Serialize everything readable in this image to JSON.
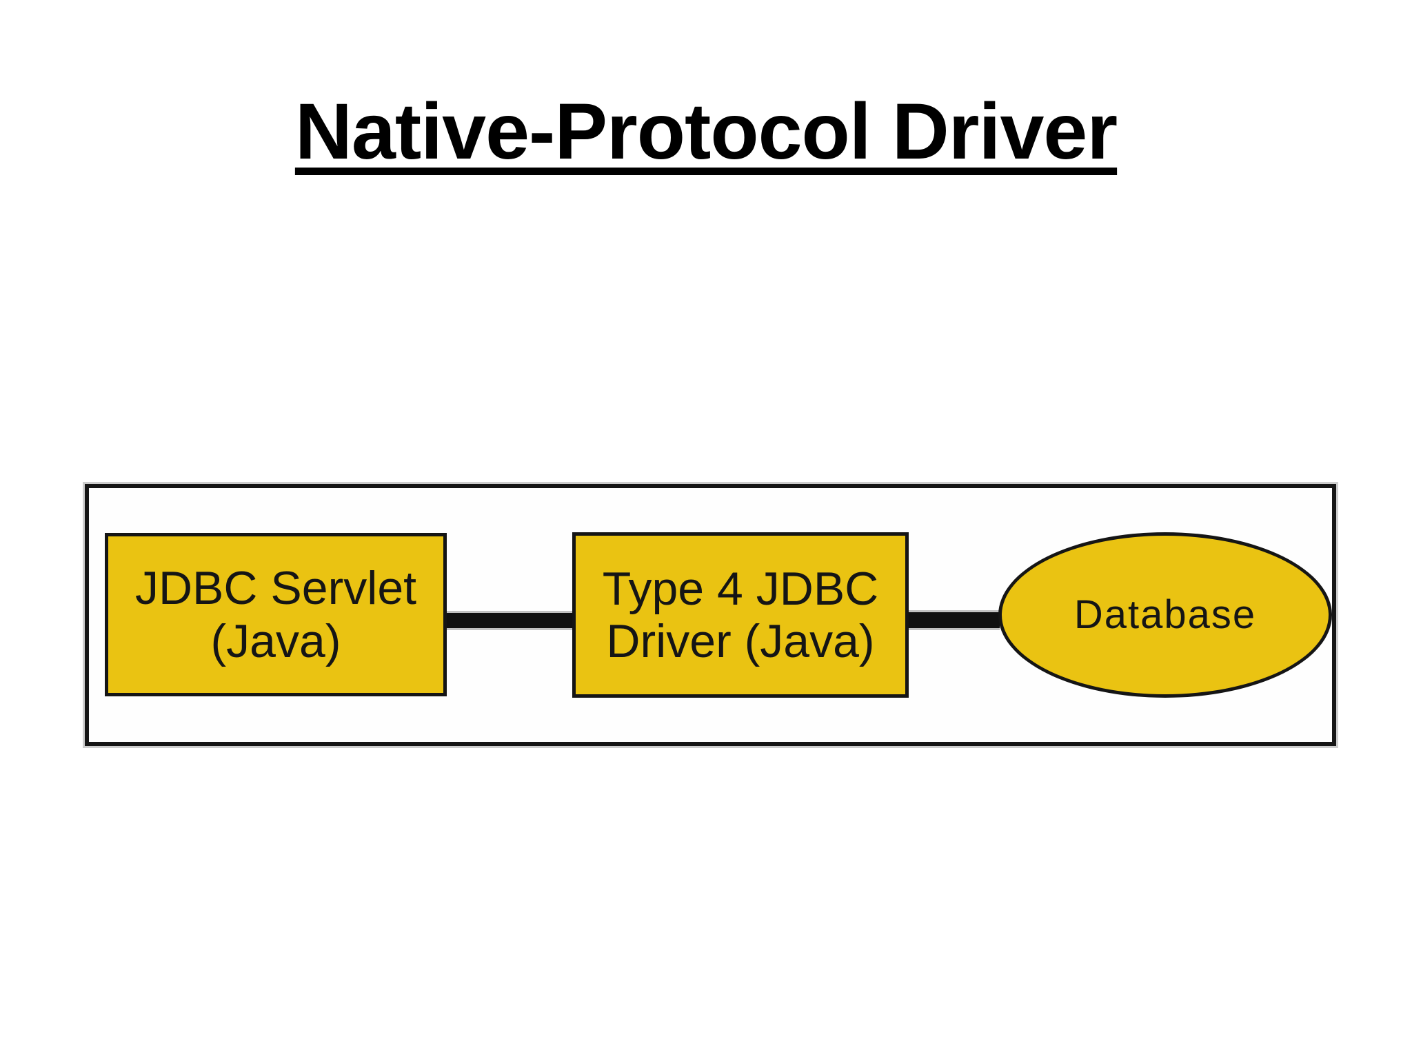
{
  "title": {
    "text": "Native-Protocol Driver"
  },
  "colors": {
    "background": "#ffffff",
    "title_text": "#000000",
    "shape_fill": "#eac312",
    "shape_border": "#151515",
    "frame_border": "#151515",
    "frame_halo": "#cdcdcd",
    "connector": "#111111",
    "label_text": "#151515"
  },
  "diagram": {
    "nodes": [
      {
        "id": "jdbc-servlet",
        "shape": "rectangle",
        "lines": [
          "JDBC Servlet",
          "(Java)"
        ]
      },
      {
        "id": "type-4-jdbc-driver",
        "shape": "rectangle",
        "lines": [
          "Type 4 JDBC",
          "Driver (Java)"
        ]
      },
      {
        "id": "database",
        "shape": "ellipse",
        "lines": [
          "Database"
        ]
      }
    ],
    "edges": [
      {
        "from": "jdbc-servlet",
        "to": "type-4-jdbc-driver"
      },
      {
        "from": "type-4-jdbc-driver",
        "to": "database"
      }
    ]
  }
}
